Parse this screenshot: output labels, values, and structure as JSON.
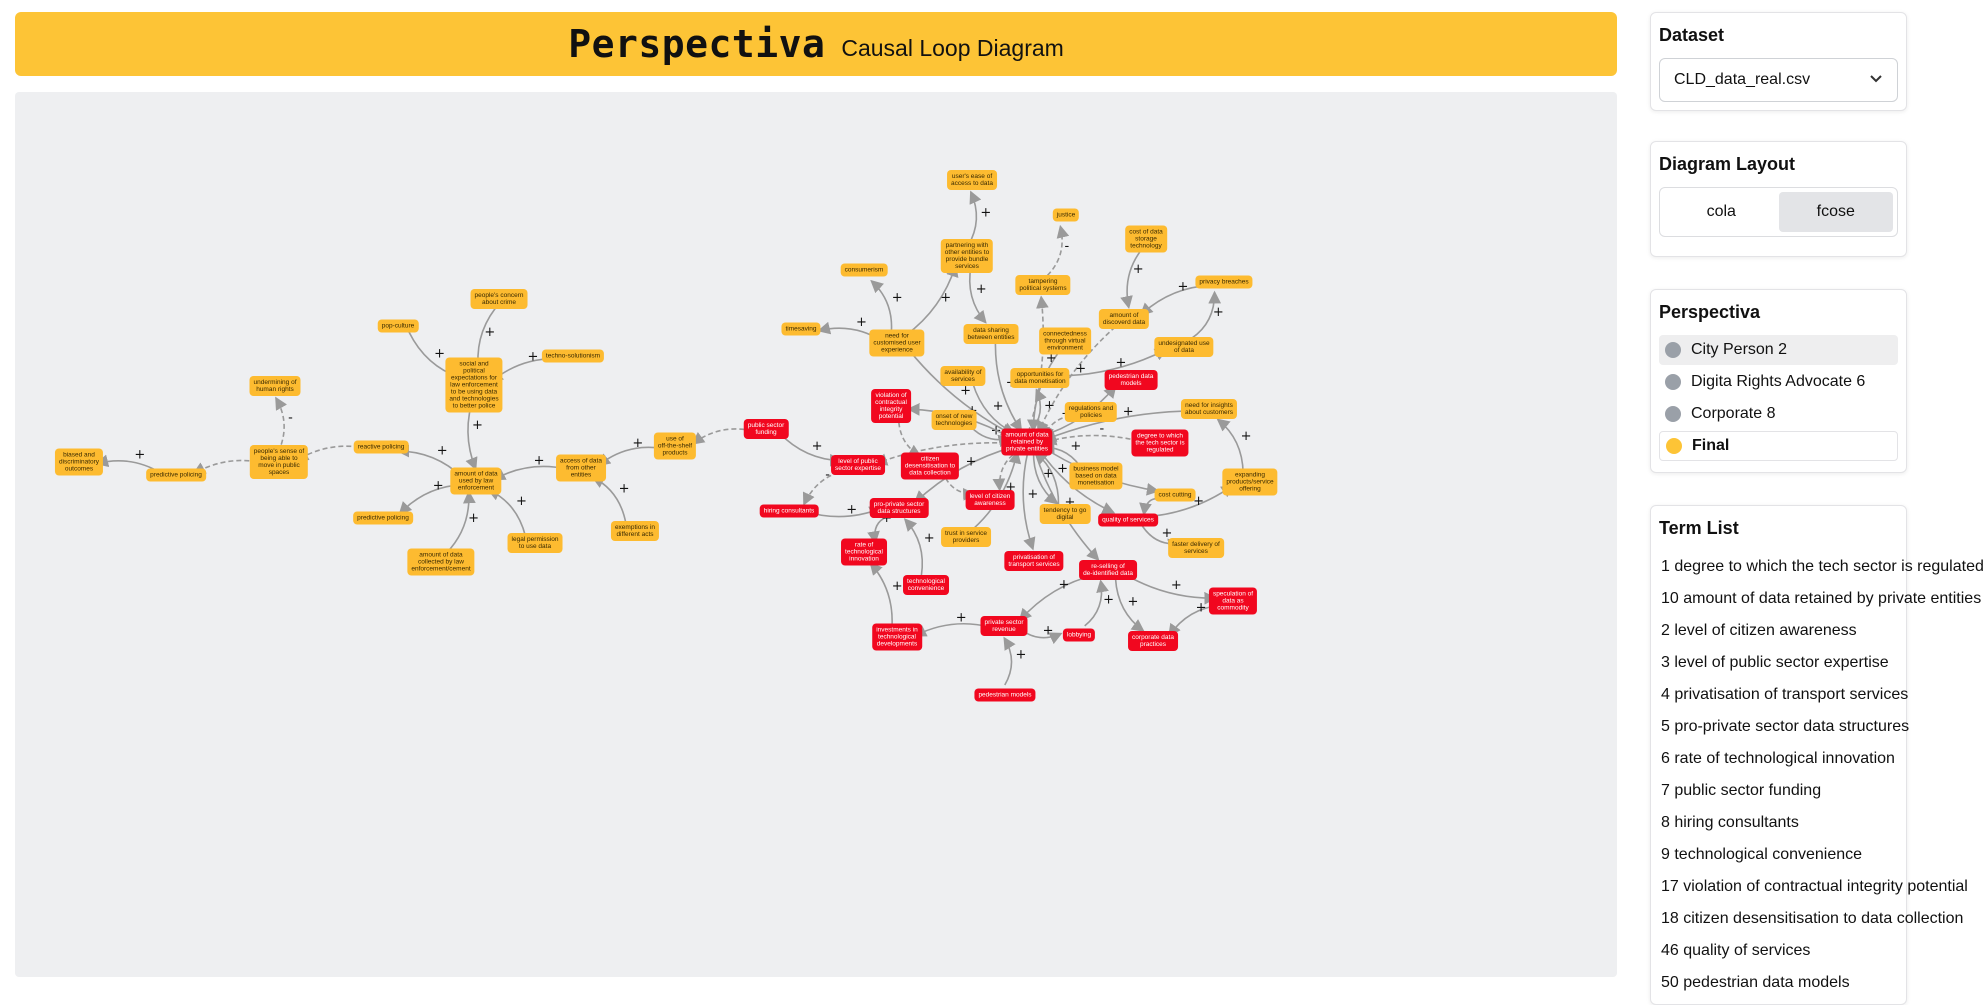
{
  "header": {
    "brand": "Perspectiva",
    "subtitle": "Causal Loop Diagram"
  },
  "dataset": {
    "title": "Dataset",
    "selected": "CLD_data_real.csv"
  },
  "layout": {
    "title": "Diagram Layout",
    "options": [
      "cola",
      "fcose"
    ],
    "active": "fcose"
  },
  "perspectives": {
    "title": "Perspectiva",
    "items": [
      {
        "label": "City Person 2",
        "color": "#9aa0a8"
      },
      {
        "label": "Digita Rights Advocate 6",
        "color": "#9aa0a8"
      },
      {
        "label": "Corporate 8",
        "color": "#9aa0a8"
      },
      {
        "label": "Final",
        "color": "#fdc436"
      }
    ]
  },
  "terms": {
    "title": "Term List",
    "items": [
      "1 degree to which the tech sector is regulated",
      "10 amount of data retained by private entities",
      "2 level of citizen awareness",
      "3 level of public sector expertise",
      "4 privatisation of transport services",
      "5 pro-private sector data structures",
      "6 rate of technological innovation",
      "7 public sector funding",
      "8 hiring consultants",
      "9 technological convenience",
      "17 violation of contractual integrity potential",
      "18 citizen desensitisation to data collection",
      "46 quality of services",
      "50 pedestrian data models"
    ]
  },
  "diagram": {
    "colors": {
      "yellow": "#fdbb30",
      "red": "#f1071f",
      "edge": "#9a9a9a"
    },
    "nodes": [
      {
        "id": "biased",
        "label": "biased and\ndiscriminatory\noutcomes",
        "color": "yellow"
      },
      {
        "id": "predpol1",
        "label": "predictive policing",
        "color": "yellow"
      },
      {
        "id": "sense",
        "label": "people's sense of\nbeing able to\nmove in public\nspaces",
        "color": "yellow"
      },
      {
        "id": "undermine",
        "label": "undermining of\nhuman rights",
        "color": "yellow"
      },
      {
        "id": "reactive",
        "label": "reactive policing",
        "color": "yellow"
      },
      {
        "id": "predpol2",
        "label": "predictive policing",
        "color": "yellow"
      },
      {
        "id": "collected",
        "label": "amount of data\ncollected by law\nenforcement/cement",
        "color": "yellow"
      },
      {
        "id": "amountlaw",
        "label": "amount of data\nused by law\nenforcement",
        "color": "yellow"
      },
      {
        "id": "legal",
        "label": "legal permission\nto use data",
        "color": "yellow"
      },
      {
        "id": "social",
        "label": "social and\npolitical\nexpectations for\nlaw enforcement\nto be using data\nand technologies\nto better police",
        "color": "yellow"
      },
      {
        "id": "popculture",
        "label": "pop-culture",
        "color": "yellow"
      },
      {
        "id": "concern",
        "label": "people's concern\nabout crime",
        "color": "yellow"
      },
      {
        "id": "techsol",
        "label": "techno-solutionism",
        "color": "yellow"
      },
      {
        "id": "access",
        "label": "access of data\nfrom other\nentities",
        "color": "yellow"
      },
      {
        "id": "exemptions",
        "label": "exemptions in\ndifferent acts",
        "color": "yellow"
      },
      {
        "id": "offshelf",
        "label": "use of\noff-the-shelf\nproducts",
        "color": "yellow"
      },
      {
        "id": "pubfund",
        "label": "public sector\nfunding",
        "color": "red"
      },
      {
        "id": "pubexp",
        "label": "level of public\nsector expertise",
        "color": "red"
      },
      {
        "id": "hiring",
        "label": "hiring consultants",
        "color": "red"
      },
      {
        "id": "proprivate",
        "label": "pro-private sector\ndata structures",
        "color": "red"
      },
      {
        "id": "rateinno",
        "label": "rate of\ntechnological\ninnovation",
        "color": "red"
      },
      {
        "id": "techconv",
        "label": "technological\nconvenience",
        "color": "red"
      },
      {
        "id": "investments",
        "label": "investments in\ntechnological\ndevelopments",
        "color": "red"
      },
      {
        "id": "privrev",
        "label": "private sector\nrevenue",
        "color": "red"
      },
      {
        "id": "pedmodels",
        "label": "pedestrian models",
        "color": "red"
      },
      {
        "id": "lobbying",
        "label": "lobbying",
        "color": "red"
      },
      {
        "id": "corporate",
        "label": "corporate data\npractices",
        "color": "red"
      },
      {
        "id": "speculation",
        "label": "speculation of\ndata as\ncommodity",
        "color": "red"
      },
      {
        "id": "reselling",
        "label": "re-selling of\nde-identified data",
        "color": "red"
      },
      {
        "id": "privtrans",
        "label": "privatisation of\ntransport services",
        "color": "red"
      },
      {
        "id": "violation",
        "label": "violation of\ncontractual\nintegrity\npotential",
        "color": "red"
      },
      {
        "id": "desens",
        "label": "citizen\ndesensitisation to\ndata collection",
        "color": "red"
      },
      {
        "id": "awareness",
        "label": "level of citizen\nawareness",
        "color": "red"
      },
      {
        "id": "hub",
        "label": "amount of data\nretained by\nprivate entities",
        "color": "red"
      },
      {
        "id": "pedmodels2",
        "label": "pedestrian data\nmodels",
        "color": "red"
      },
      {
        "id": "regulated",
        "label": "degree to which\nthe tech sector is\nregulated",
        "color": "red"
      },
      {
        "id": "quality",
        "label": "quality of services",
        "color": "red"
      },
      {
        "id": "timesaving",
        "label": "timesaving",
        "color": "yellow"
      },
      {
        "id": "consumerism",
        "label": "consumerism",
        "color": "yellow"
      },
      {
        "id": "partnering",
        "label": "partnering with\nother entities to\nprovide bundle\nservices",
        "color": "yellow"
      },
      {
        "id": "usersease",
        "label": "user's ease of\naccess to data",
        "color": "yellow"
      },
      {
        "id": "customised",
        "label": "need for\ncustomised user\nexperience",
        "color": "yellow"
      },
      {
        "id": "datasharing",
        "label": "data sharing\nbetween entities",
        "color": "yellow"
      },
      {
        "id": "availability",
        "label": "availability of\nservices",
        "color": "yellow"
      },
      {
        "id": "onset",
        "label": "onset of new\ntechnologies",
        "color": "yellow"
      },
      {
        "id": "justice",
        "label": "justice",
        "color": "yellow"
      },
      {
        "id": "tampering",
        "label": "tampering\npolitical systems",
        "color": "yellow"
      },
      {
        "id": "connected",
        "label": "connectedness\nthrough virtual\nenvironment",
        "color": "yellow"
      },
      {
        "id": "monetisation",
        "label": "opportunities for\ndata monetisation",
        "color": "yellow"
      },
      {
        "id": "storage",
        "label": "cost of data\nstorage\ntechnology",
        "color": "yellow"
      },
      {
        "id": "discoverd",
        "label": "amount of\ndiscoverd data",
        "color": "yellow"
      },
      {
        "id": "privacy",
        "label": "privacy breaches",
        "color": "yellow"
      },
      {
        "id": "undesig",
        "label": "undesignated use\nof data",
        "color": "yellow"
      },
      {
        "id": "regs",
        "label": "regulations and\npolicies",
        "color": "yellow"
      },
      {
        "id": "insights",
        "label": "need for insights\nabout customers",
        "color": "yellow"
      },
      {
        "id": "business",
        "label": "business model\nbased on data\nmonetisation",
        "color": "yellow"
      },
      {
        "id": "costcut",
        "label": "cost cutting",
        "color": "yellow"
      },
      {
        "id": "digital",
        "label": "tendency to go\ndigital",
        "color": "yellow"
      },
      {
        "id": "expanding",
        "label": "expanding\nproducts/service\noffering",
        "color": "yellow"
      },
      {
        "id": "faster",
        "label": "faster delivery of\nservices",
        "color": "yellow"
      },
      {
        "id": "trust",
        "label": "trust in service\nproviders",
        "color": "yellow"
      }
    ],
    "edges": [
      {
        "from": "predpol1",
        "to": "biased",
        "sign": "+",
        "style": "solid"
      },
      {
        "from": "sense",
        "to": "predpol1",
        "sign": "",
        "style": "dashed"
      },
      {
        "from": "sense",
        "to": "undermine",
        "sign": "-",
        "style": "dashed"
      },
      {
        "from": "reactive",
        "to": "sense",
        "sign": "",
        "style": "dashed"
      },
      {
        "from": "amountlaw",
        "to": "reactive",
        "sign": "+",
        "style": "solid"
      },
      {
        "from": "amountlaw",
        "to": "predpol2",
        "sign": "+",
        "style": "solid"
      },
      {
        "from": "collected",
        "to": "amountlaw",
        "sign": "+",
        "style": "solid"
      },
      {
        "from": "legal",
        "to": "amountlaw",
        "sign": "+",
        "style": "solid"
      },
      {
        "from": "social",
        "to": "amountlaw",
        "sign": "+",
        "style": "solid"
      },
      {
        "from": "popculture",
        "to": "social",
        "sign": "+",
        "style": "solid"
      },
      {
        "from": "concern",
        "to": "social",
        "sign": "+",
        "style": "solid"
      },
      {
        "from": "techsol",
        "to": "social",
        "sign": "+",
        "style": "solid"
      },
      {
        "from": "access",
        "to": "amountlaw",
        "sign": "+",
        "style": "solid"
      },
      {
        "from": "exemptions",
        "to": "access",
        "sign": "+",
        "style": "solid"
      },
      {
        "from": "offshelf",
        "to": "access",
        "sign": "+",
        "style": "solid"
      },
      {
        "from": "pubfund",
        "to": "offshelf",
        "sign": "",
        "style": "dashed"
      },
      {
        "from": "pubfund",
        "to": "pubexp",
        "sign": "+",
        "style": "solid"
      },
      {
        "from": "hiring",
        "to": "proprivate",
        "sign": "+",
        "style": "solid"
      },
      {
        "from": "pubexp",
        "to": "hiring",
        "sign": "-",
        "style": "dashed"
      },
      {
        "from": "proprivate",
        "to": "rateinno",
        "sign": "+",
        "style": "solid"
      },
      {
        "from": "techconv",
        "to": "proprivate",
        "sign": "+",
        "style": "solid"
      },
      {
        "from": "investments",
        "to": "rateinno",
        "sign": "+",
        "style": "solid"
      },
      {
        "from": "privrev",
        "to": "investments",
        "sign": "+",
        "style": "solid"
      },
      {
        "from": "pedmodels",
        "to": "privrev",
        "sign": "+",
        "style": "solid"
      },
      {
        "from": "privrev",
        "to": "lobbying",
        "sign": "+",
        "style": "solid"
      },
      {
        "from": "reselling",
        "to": "privrev",
        "sign": "+",
        "style": "solid"
      },
      {
        "from": "reselling",
        "to": "corporate",
        "sign": "+",
        "style": "solid"
      },
      {
        "from": "reselling",
        "to": "speculation",
        "sign": "+",
        "style": "solid"
      },
      {
        "from": "speculation",
        "to": "corporate",
        "sign": "+",
        "style": "solid"
      },
      {
        "from": "lobbying",
        "to": "reselling",
        "sign": "+",
        "style": "solid"
      },
      {
        "from": "hub",
        "to": "reselling",
        "sign": "+",
        "style": "solid"
      },
      {
        "from": "hub",
        "to": "privtrans",
        "sign": "+",
        "style": "solid"
      },
      {
        "from": "hub",
        "to": "proprivate",
        "sign": "+",
        "style": "solid"
      },
      {
        "from": "hub",
        "to": "awareness",
        "sign": "",
        "style": "dashed"
      },
      {
        "from": "desens",
        "to": "awareness",
        "sign": "",
        "style": "dashed"
      },
      {
        "from": "violation",
        "to": "desens",
        "sign": "",
        "style": "dashed"
      },
      {
        "from": "hub",
        "to": "quality",
        "sign": "+",
        "style": "solid"
      },
      {
        "from": "quality",
        "to": "expanding",
        "sign": "+",
        "style": "solid"
      },
      {
        "from": "quality",
        "to": "faster",
        "sign": "+",
        "style": "solid"
      },
      {
        "from": "costcut",
        "to": "quality",
        "sign": "+",
        "style": "solid"
      },
      {
        "from": "digital",
        "to": "hub",
        "sign": "+",
        "style": "solid"
      },
      {
        "from": "business",
        "to": "hub",
        "sign": "+",
        "style": "solid"
      },
      {
        "from": "regulated",
        "to": "hub",
        "sign": "-",
        "style": "dashed"
      },
      {
        "from": "regs",
        "to": "hub",
        "sign": "-",
        "style": "dashed"
      },
      {
        "from": "insights",
        "to": "hub",
        "sign": "+",
        "style": "solid"
      },
      {
        "from": "expanding",
        "to": "insights",
        "sign": "+",
        "style": "solid"
      },
      {
        "from": "hub",
        "to": "pedmodels2",
        "sign": "+",
        "style": "solid"
      },
      {
        "from": "hub",
        "to": "monetisation",
        "sign": "+",
        "style": "solid"
      },
      {
        "from": "monetisation",
        "to": "undesig",
        "sign": "+",
        "style": "solid"
      },
      {
        "from": "undesig",
        "to": "privacy",
        "sign": "+",
        "style": "solid"
      },
      {
        "from": "privacy",
        "to": "discoverd",
        "sign": "+",
        "style": "solid"
      },
      {
        "from": "storage",
        "to": "discoverd",
        "sign": "+",
        "style": "solid"
      },
      {
        "from": "discoverd",
        "to": "hub",
        "sign": "+",
        "style": "dashed"
      },
      {
        "from": "connected",
        "to": "hub",
        "sign": "+",
        "style": "solid"
      },
      {
        "from": "tampering",
        "to": "justice",
        "sign": "-",
        "style": "dashed"
      },
      {
        "from": "hub",
        "to": "tampering",
        "sign": "+",
        "style": "dashed"
      },
      {
        "from": "customised",
        "to": "hub",
        "sign": "+",
        "style": "solid"
      },
      {
        "from": "customised",
        "to": "timesaving",
        "sign": "+",
        "style": "solid"
      },
      {
        "from": "customised",
        "to": "consumerism",
        "sign": "+",
        "style": "solid"
      },
      {
        "from": "customised",
        "to": "partnering",
        "sign": "+",
        "style": "solid"
      },
      {
        "from": "partnering",
        "to": "usersease",
        "sign": "+",
        "style": "solid"
      },
      {
        "from": "partnering",
        "to": "datasharing",
        "sign": "+",
        "style": "solid"
      },
      {
        "from": "datasharing",
        "to": "hub",
        "sign": "+",
        "style": "solid"
      },
      {
        "from": "availability",
        "to": "hub",
        "sign": "+",
        "style": "solid"
      },
      {
        "from": "onset",
        "to": "hub",
        "sign": "+",
        "style": "solid"
      },
      {
        "from": "hub",
        "to": "pubexp",
        "sign": "",
        "style": "dashed"
      },
      {
        "from": "trust",
        "to": "hub",
        "sign": "+",
        "style": "solid"
      },
      {
        "from": "hub",
        "to": "digital",
        "sign": "+",
        "style": "solid"
      },
      {
        "from": "hub",
        "to": "costcut",
        "sign": "+",
        "style": "solid"
      },
      {
        "from": "hub",
        "to": "violation",
        "sign": "+",
        "style": "solid"
      }
    ]
  }
}
